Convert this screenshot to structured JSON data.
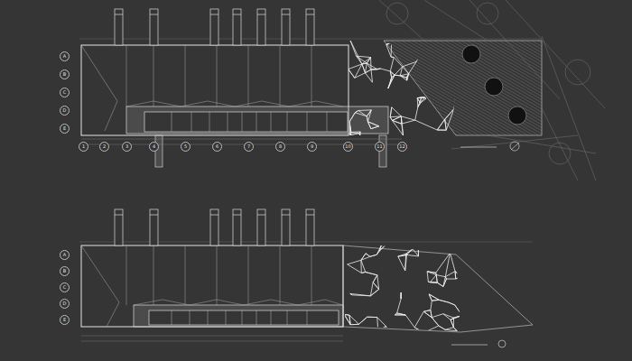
{
  "diagram": {
    "labels": [
      "1",
      "2",
      "3",
      "4",
      "5",
      "6",
      "7",
      "8",
      "9",
      "10",
      "11",
      "12",
      "A",
      "B",
      "C",
      "D",
      "E",
      "A",
      "B",
      "C",
      "D",
      "E"
    ]
  }
}
